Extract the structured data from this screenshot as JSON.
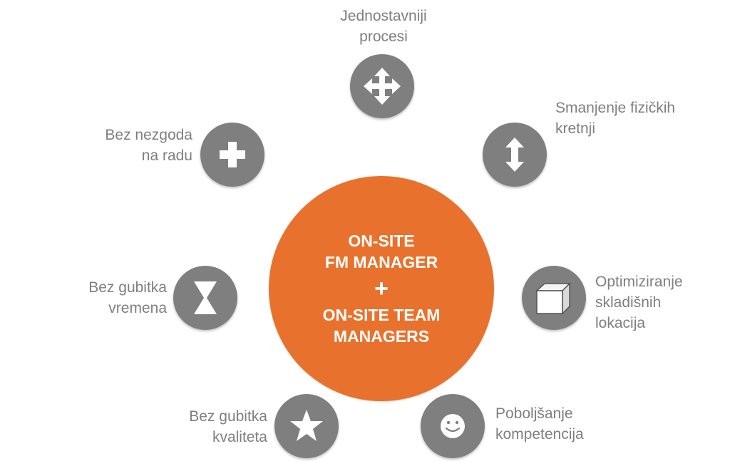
{
  "center": {
    "line1": "ON-SITE",
    "line2": "FM MANAGER",
    "plus": "+",
    "line3": "ON-SITE TEAM",
    "line4": "MANAGERS",
    "color": "#E8722D"
  },
  "node_color": "#7F7F7F",
  "nodes": [
    {
      "icon": "four-way-arrow-icon",
      "label": [
        "Jednostavniji",
        "procesi"
      ]
    },
    {
      "icon": "vertical-arrow-icon",
      "label": [
        "Smanjenje fizičkih",
        "kretnji"
      ]
    },
    {
      "icon": "cube-icon",
      "label": [
        "Optimiziranje",
        "skladišnih",
        "lokacija"
      ]
    },
    {
      "icon": "smiley-icon",
      "label": [
        "Poboljšanje",
        "kompetencija"
      ]
    },
    {
      "icon": "star-icon",
      "label": [
        "Bez gubitka",
        "kvaliteta"
      ]
    },
    {
      "icon": "hourglass-icon",
      "label": [
        "Bez gubitka",
        "vremena"
      ]
    },
    {
      "icon": "plus-icon",
      "label": [
        "Bez nezgoda",
        "na radu"
      ]
    }
  ]
}
